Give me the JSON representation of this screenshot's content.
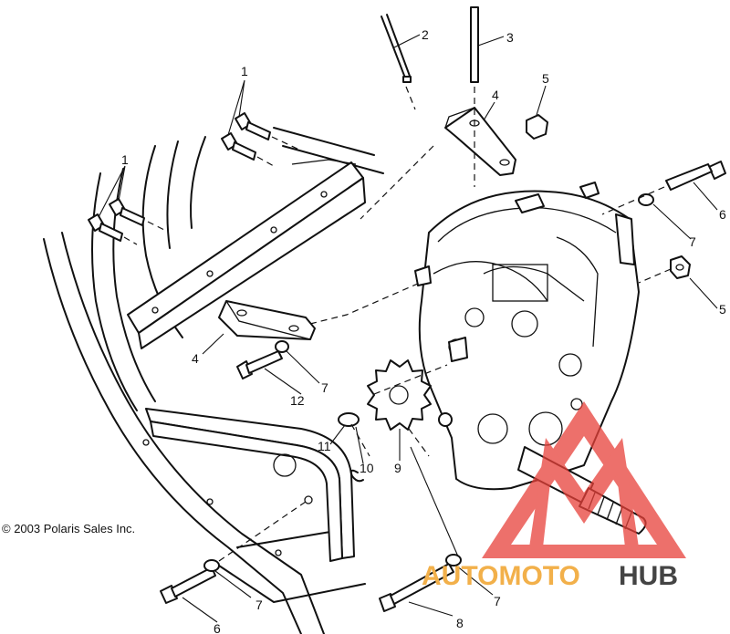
{
  "copyright": "© 2003 Polaris Sales Inc.",
  "watermark": {
    "text_left": "AUTOMOTO",
    "text_right": "HUB",
    "color_left": "#f2b04a",
    "color_right": "#444444",
    "logo_color": "#e8413a"
  },
  "callouts": [
    "1",
    "1",
    "2",
    "3",
    "4",
    "5",
    "6",
    "7",
    "5",
    "4",
    "7",
    "12",
    "11",
    "10",
    "9",
    "7",
    "6",
    "8",
    "7"
  ]
}
